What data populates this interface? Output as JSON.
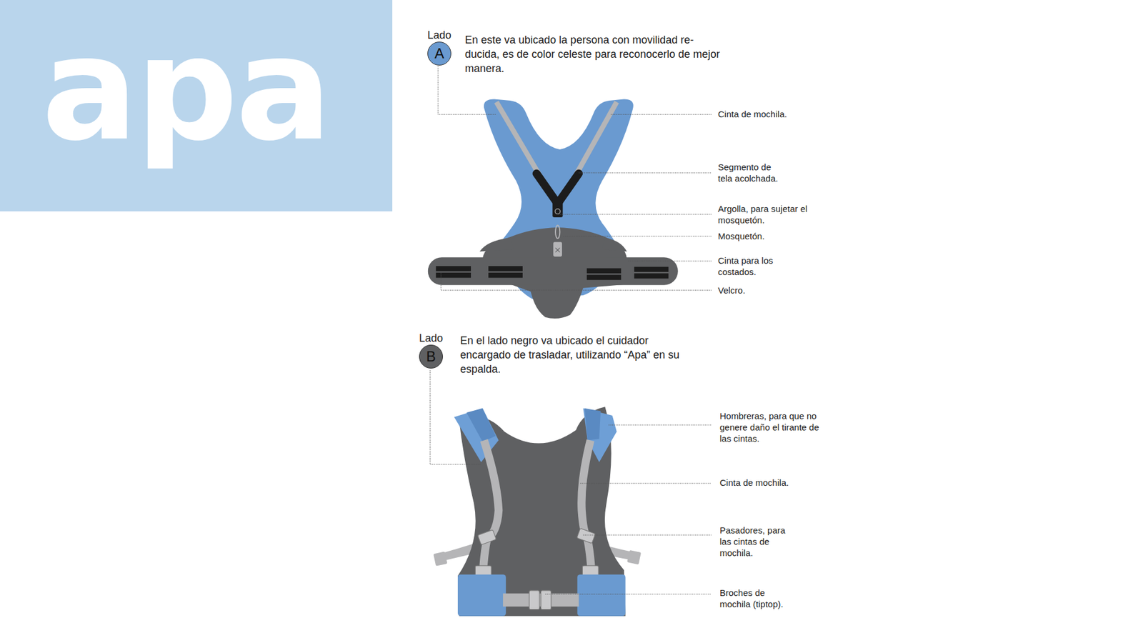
{
  "diagram": {
    "nodes": [
      {
        "text": [
          "apa"
        ]
      },
      {
        "text": [
          "Lado",
          "A"
        ]
      },
      {
        "text": [
          "Lado",
          "B"
        ]
      }
    ],
    "edges": [],
    "labels": [
      "En este va ubicado la persona con movilidad re- ducida, es de color celeste para reconocerlo de mejor manera.",
      "Cinta de mochila.",
      "Segmento de tela acolchada.",
      "Argolla, para sujetar el mosquetón.",
      "Mosquetón.",
      "Cinta para los costados.",
      "Velcro.",
      "En el lado negro va ubicado el cuidador encargado de trasladar, utilizando “Apa” en su espalda.",
      "Hombreras, para que no genere daño el tirante de las cintas.",
      "Cinta de mochila.",
      "Pasadores, para las cintas de mochila.",
      "Broches de mochila (tiptop)."
    ]
  }
}
